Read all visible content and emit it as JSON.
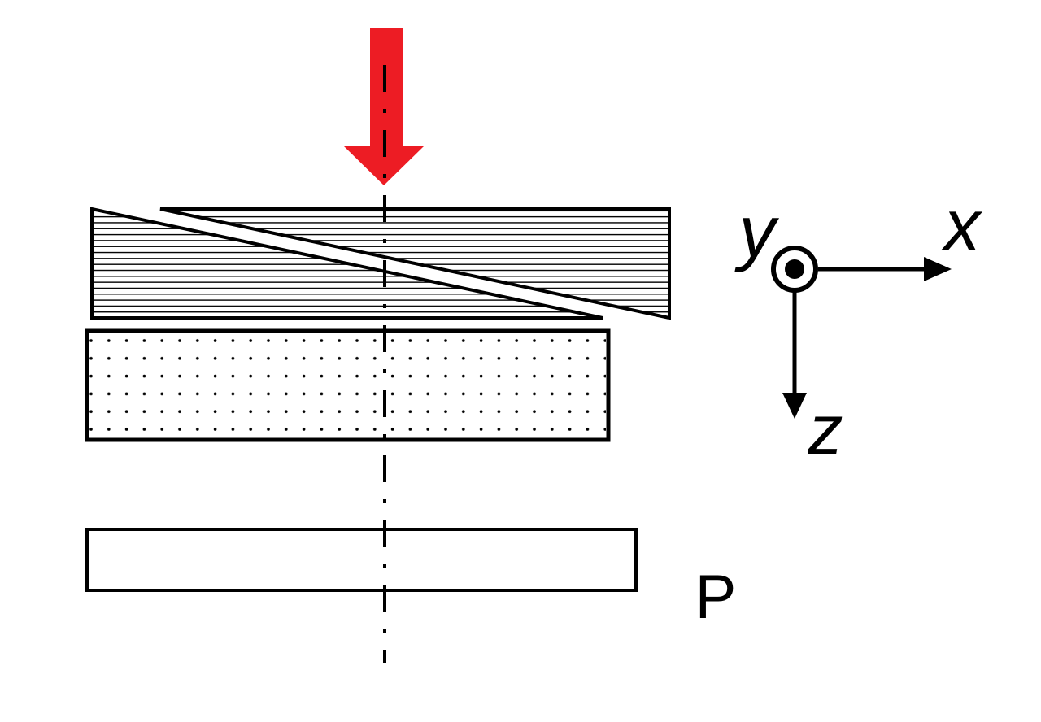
{
  "figure": {
    "type": "schematic-cross-section",
    "background_color": "#ffffff",
    "line_color": "#000000",
    "force_arrow_color": "#ed1c24"
  },
  "labels": {
    "axis_x": "x",
    "axis_y": "y",
    "axis_z": "z",
    "plate": "P"
  },
  "icons": {
    "force_arrow": "thick-red-down-arrow",
    "y_axis_marker": "circled-dot-out-of-plane",
    "x_axis_marker": "arrow-right",
    "z_axis_marker": "arrow-down",
    "centerline": "vertical-dash-dot-axis"
  }
}
